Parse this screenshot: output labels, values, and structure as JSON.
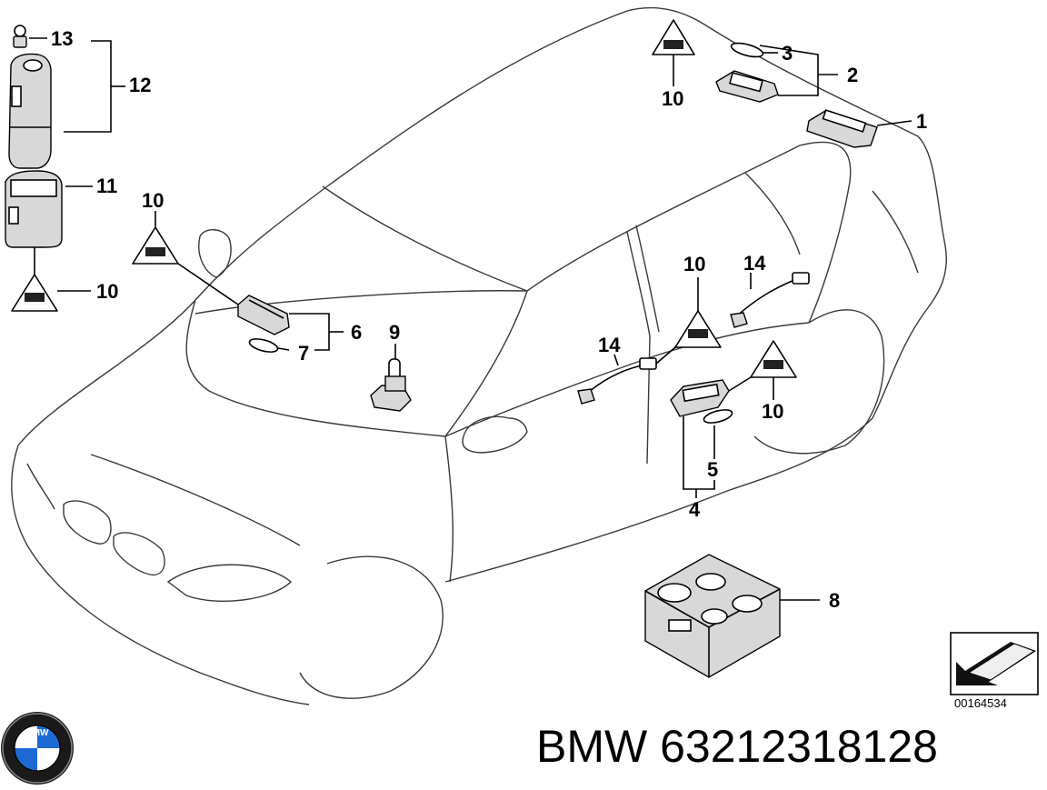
{
  "diagram": {
    "callouts": {
      "c1": "1",
      "c2": "2",
      "c3": "3",
      "c4": "4",
      "c5": "5",
      "c6": "6",
      "c7": "7",
      "c8": "8",
      "c9": "9",
      "c10a": "10",
      "c10b": "10",
      "c10c": "10",
      "c10d": "10",
      "c10e": "10",
      "c11": "11",
      "c12": "12",
      "c13": "13",
      "c14a": "14",
      "c14b": "14"
    },
    "reference_number": "00164534"
  },
  "brand": {
    "logo_text": "BMW"
  },
  "footer": {
    "part_number": "BMW 63212318128"
  }
}
